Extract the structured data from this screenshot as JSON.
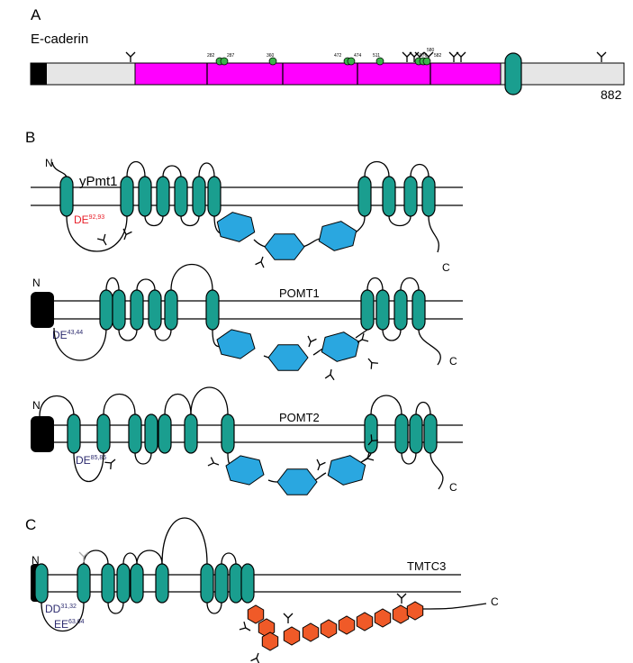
{
  "panels": {
    "a": {
      "letter": "A",
      "protein": "E-caderin",
      "length": "882",
      "sites": [
        "282",
        "287",
        "360",
        "472",
        "474",
        "511",
        "576",
        "580",
        "582"
      ]
    },
    "b": {
      "letter": "B",
      "ypmt1": {
        "name": "yPmt1",
        "n": "N",
        "c": "C",
        "motif": "DE",
        "motif_sup": "92,93"
      },
      "pomt1": {
        "name": "POMT1",
        "n": "N",
        "c": "C",
        "motif": "DE",
        "motif_sup": "43,44"
      },
      "pomt2": {
        "name": "POMT2",
        "n": "N",
        "c": "C",
        "motif": "DE",
        "motif_sup": "85,86"
      }
    },
    "c": {
      "letter": "C",
      "tmtc3": {
        "name": "TMTC3",
        "n": "N",
        "c": "C",
        "motif1": "DD",
        "motif1_sup": "31,32",
        "motif2": "EE",
        "motif2_sup": "63,64"
      }
    }
  },
  "colors": {
    "helix": "#1a9e8f",
    "cadherin": "#ff00ff",
    "hexagon_blue": "#2aa7e0",
    "hexagon_orange": "#f05a28",
    "site_green": "#3cb44b",
    "motif_red": "#e8202a",
    "motif_navy": "#2b2a6e",
    "bar_gray": "#e6e6e6"
  }
}
